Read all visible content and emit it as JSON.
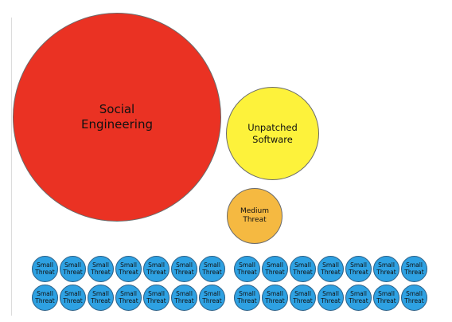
{
  "colors": {
    "social_engineering": "#ea3223",
    "unpatched_software": "#fdf23b",
    "medium_threat": "#f5b941",
    "small_threat": "#2ea1e2"
  },
  "bubbles": {
    "social_engineering": {
      "label": "Social\nEngineering"
    },
    "unpatched_software": {
      "label": "Unpatched\nSoftware"
    },
    "medium_threat": {
      "label": "Medium\nThreat"
    }
  },
  "small_threats": {
    "label": "Small\nThreat",
    "count": 28
  }
}
